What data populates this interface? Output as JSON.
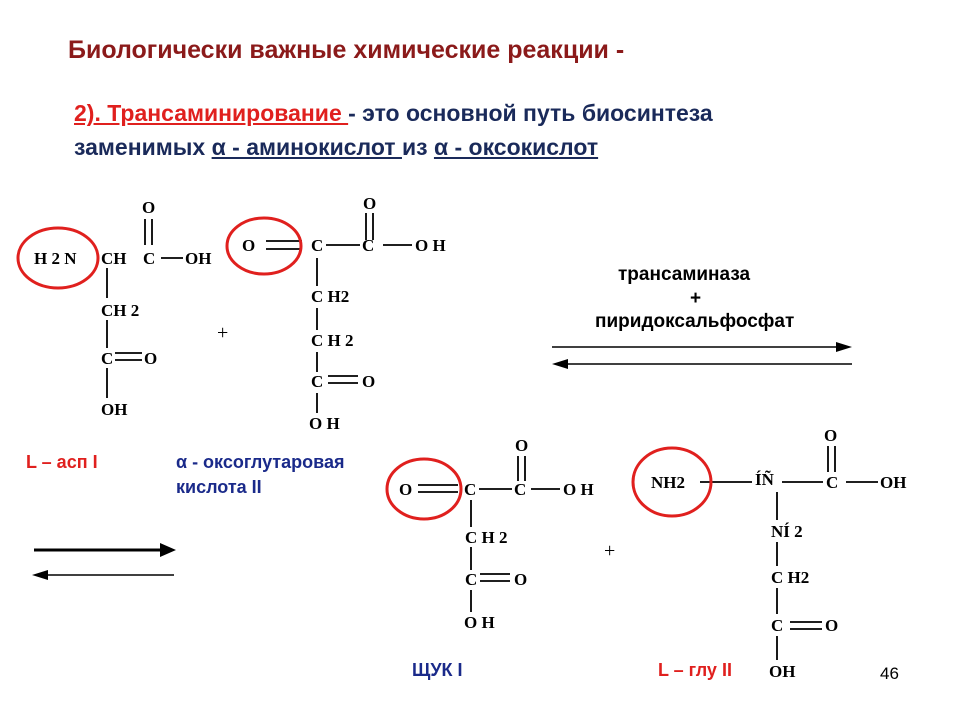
{
  "slide": {
    "title": "Биологически важные химические реакции -",
    "line1_term": "2). Трансаминирование ",
    "line1_rest": " - это основной путь биосинтеза",
    "line2_start": "заменимых ",
    "line2_amino": "α - аминокислот ",
    "line2_mid": "из ",
    "line2_oxo": "α - оксокислот ",
    "page_number": "46"
  },
  "enzyme": {
    "name": "трансаминаза",
    "plus": "+",
    "cofactor": "пиридоксальфосфат"
  },
  "labels": {
    "asp": "L – асп I",
    "oxoglut_line1": "α - оксоглутаровая",
    "oxoglut_line2": "кислота II",
    "oxaloacetate": "ЩУК I",
    "glu": "L – глу II"
  },
  "chem": {
    "h2n": "H 2 N",
    "ch": "CH",
    "c": "C",
    "oh": "OH",
    "o": "O",
    "ch2": "CH 2",
    "c_h2": "C H2",
    "c_h_2": "C H 2",
    "o_h": "O H",
    "nh2": "NH2",
    "in_garbled": "ÍÑ",
    "ni2_garbled": "NÍ 2",
    "plus": "+"
  },
  "colors": {
    "title": "#8b1a1a",
    "text": "#1a2a5a",
    "accent_red": "#e0201e",
    "label_blue": "#1a2a8a"
  }
}
